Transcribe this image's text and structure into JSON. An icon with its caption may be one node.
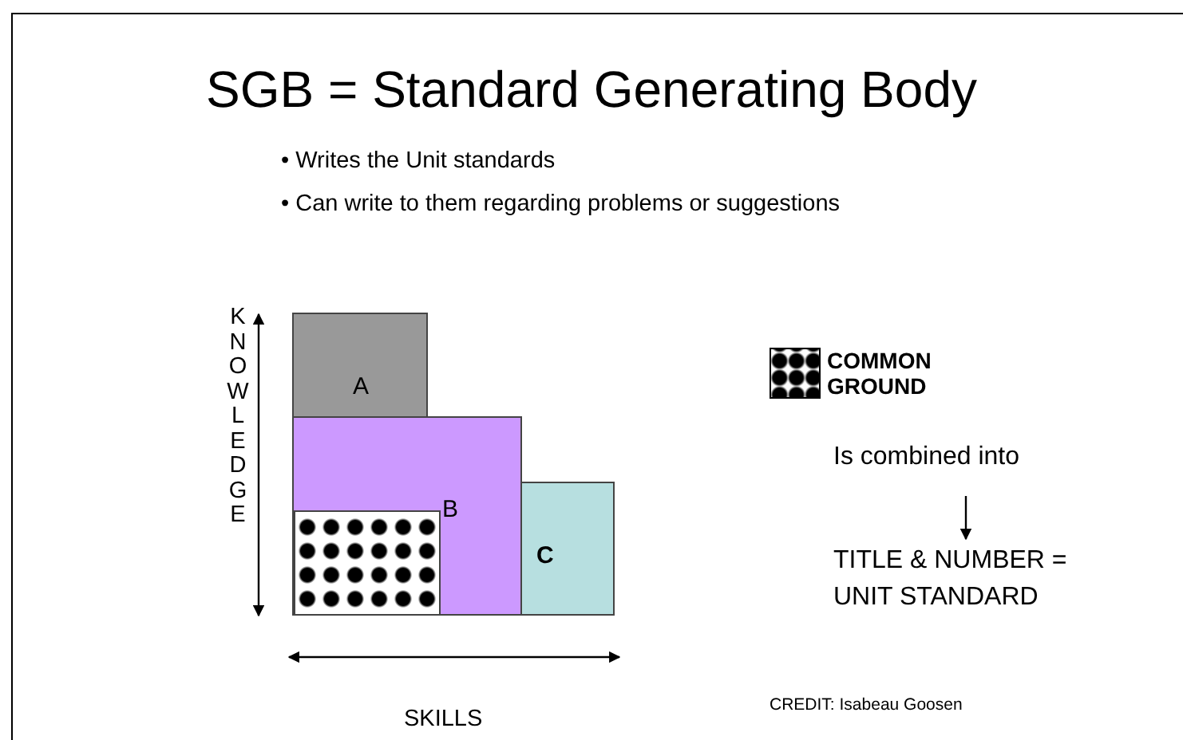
{
  "diagram": {
    "title": "SGB = Standard Generating Body",
    "nodes": [
      {
        "text": [
          "A"
        ]
      },
      {
        "text": [
          "B"
        ]
      },
      {
        "text": [],
        "shape": "box",
        "in": 1
      },
      {
        "text": [
          "C"
        ]
      },
      {
        "text": [
          "Is combined into"
        ]
      },
      {
        "text": [
          "TITLE & NUMBER = UNIT STANDARD"
        ]
      }
    ],
    "edges": [
      {
        "from": 4,
        "to": 5,
        "arrow": "to"
      }
    ],
    "labels": [
      "• Writes the Unit standards",
      "• Can write to them regarding problems or suggestions",
      "KNOWLEDGE",
      "SKILLS",
      "CREDIT: Isabeau Goosen"
    ],
    "legend": [
      {
        "text": "COMMON GROUND"
      }
    ]
  }
}
